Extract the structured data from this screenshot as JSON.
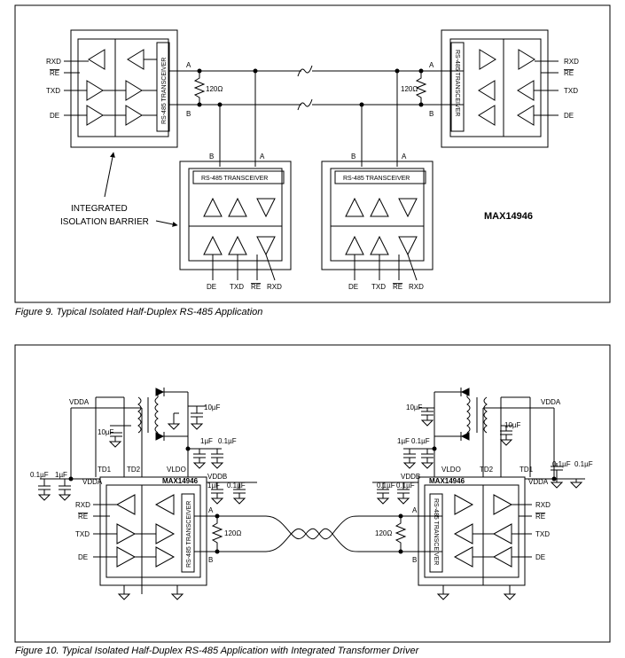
{
  "figure9": {
    "caption": "Figure 9. Typical Isolated Half-Duplex RS-485 Application",
    "part_number": "MAX14946",
    "isolation_label_line1": "INTEGRATED",
    "isolation_label_line2": "ISOLATION BARRIER",
    "transceiver_label": "RS-485 TRANSCEIVER",
    "resistor_label": "120Ω",
    "pins": {
      "rxd": "RXD",
      "re": "RE",
      "txd": "TXD",
      "de": "DE",
      "a": "A",
      "b": "B"
    }
  },
  "figure10": {
    "caption": "Figure 10. Typical Isolated Half-Duplex RS-485 Application with Integrated Transformer Driver",
    "part_number": "MAX14946",
    "transceiver_label": "RS-485 TRANSCEIVER",
    "resistor_label": "120Ω",
    "cap_10uf": "10µF",
    "cap_1uf": "1µF",
    "cap_01uf": "0.1µF",
    "vdda": "VDDA",
    "vddb": "VDDB",
    "vldo": "VLDO",
    "td1": "TD1",
    "td2": "TD2",
    "pins": {
      "rxd": "RXD",
      "re": "RE",
      "txd": "TXD",
      "de": "DE",
      "a": "A",
      "b": "B"
    }
  }
}
